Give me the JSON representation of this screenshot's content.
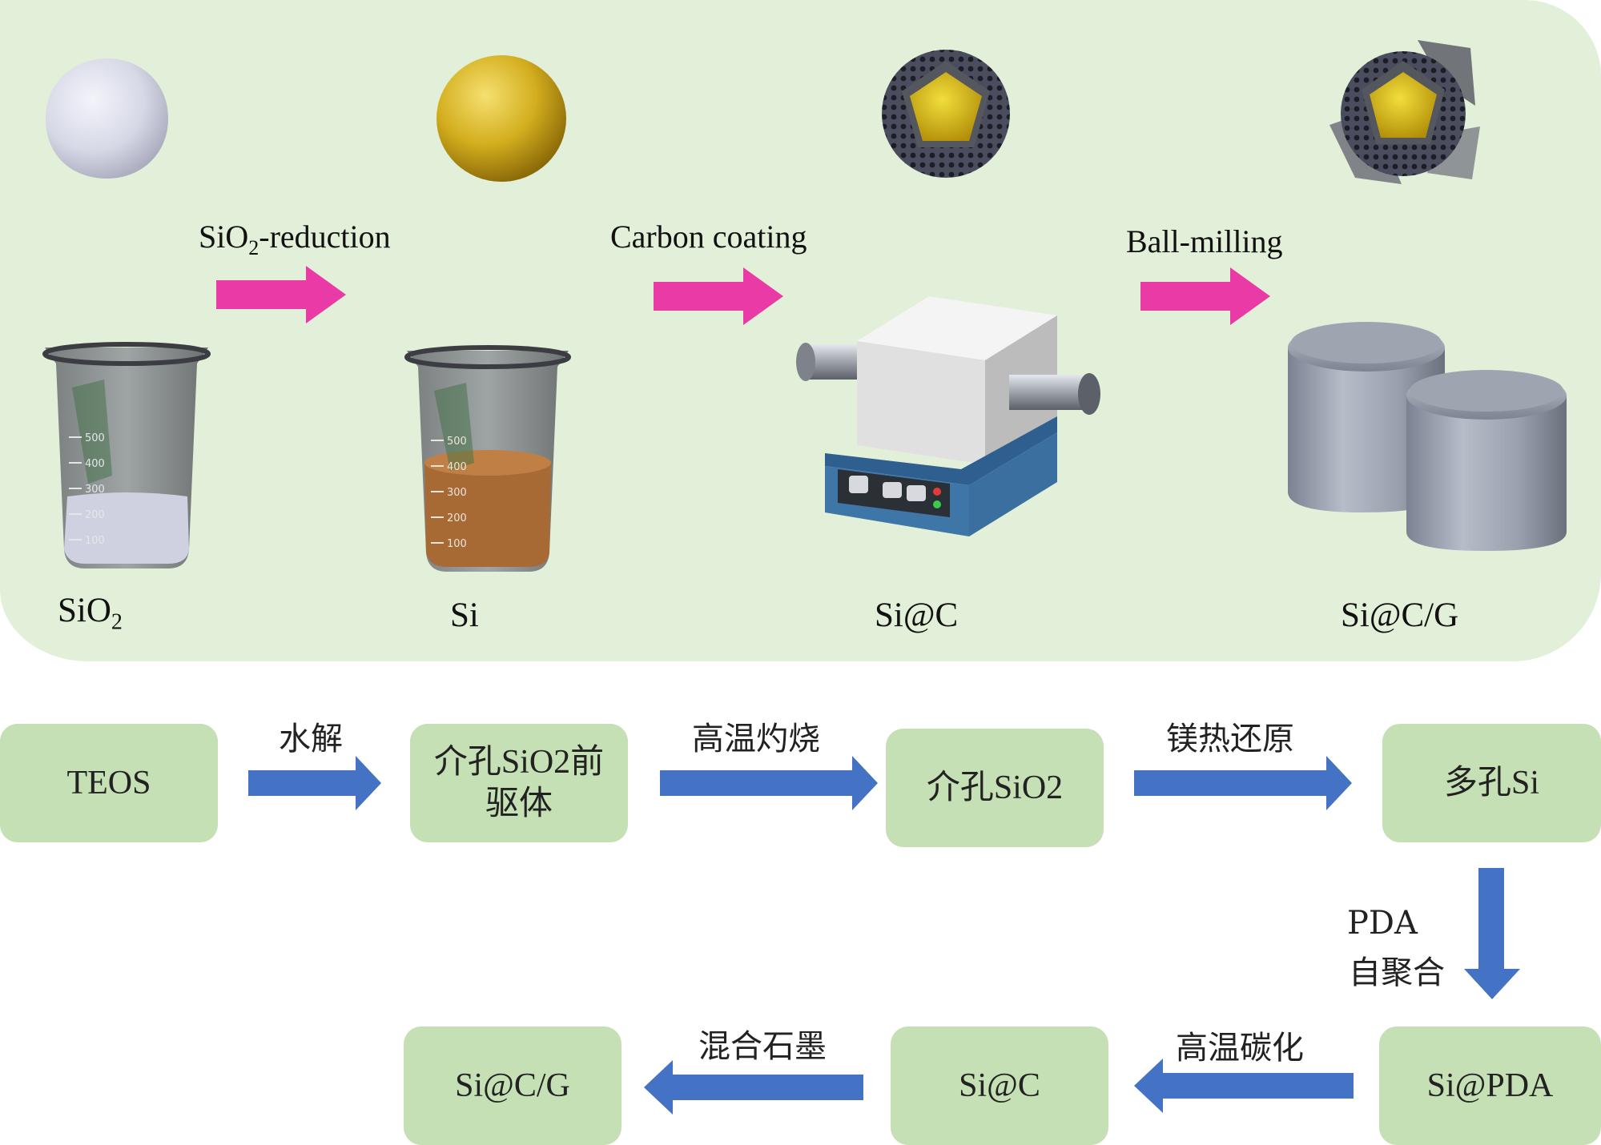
{
  "top_panel": {
    "stages": [
      {
        "id": "sio2",
        "label": "SiO",
        "sub": "2"
      },
      {
        "id": "si",
        "label": "Si"
      },
      {
        "id": "sic",
        "label": "Si@C"
      },
      {
        "id": "sicg",
        "label": "Si@C/G"
      }
    ],
    "steps": [
      {
        "label_main": "SiO",
        "label_sub": "2",
        "label_tail": "-reduction"
      },
      {
        "label": "Carbon coating"
      },
      {
        "label": "Ball-milling"
      }
    ],
    "beaker_ticks": [
      "500",
      "400",
      "300",
      "200",
      "100"
    ],
    "colors": {
      "panel": "#e2f0d9",
      "pink_arrow": "#ea3aa5",
      "sio2_sphere": "#d8dbe6",
      "si_sphere": "#d4b21e",
      "beaker_powder_si": "#a86a35"
    }
  },
  "flowchart": {
    "nodes": {
      "teos": "TEOS",
      "precursor_line1": "介孔SiO2前",
      "precursor_line2": "驱体",
      "meso_sio2": "介孔SiO2",
      "porous_si": "多孔Si",
      "si_pda": "Si@PDA",
      "si_c": "Si@C",
      "si_c_g": "Si@C/G"
    },
    "steps": {
      "hydrolysis": "水解",
      "calcination": "高温灼烧",
      "mg_reduction": "镁热还原",
      "pda_line1": "PDA",
      "pda_line2": "自聚合",
      "carbonization": "高温碳化",
      "graphite_mix": "混合石墨"
    },
    "colors": {
      "node": "#c5e0b4",
      "arrow": "#4472c4"
    }
  }
}
